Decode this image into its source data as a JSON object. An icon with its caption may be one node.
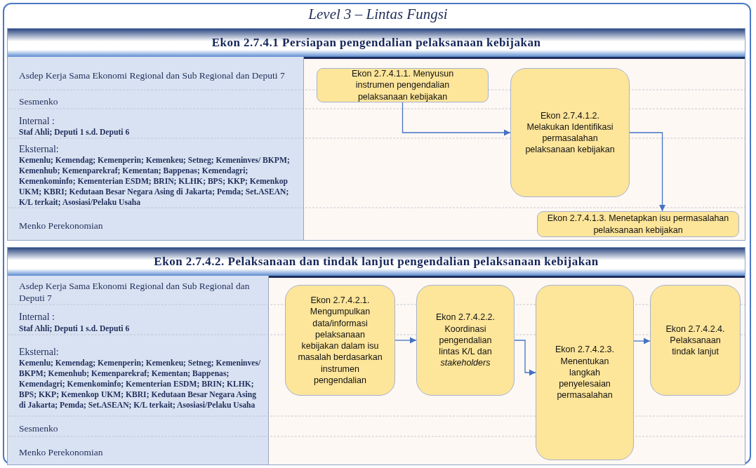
{
  "diagram": {
    "title": "Level 3 – Lintas Fungsi",
    "nodes": [
      {
        "text": [
          "Ekon 2.7.4.1 Persiapan pengendalian pelaksanaan kebijakan"
        ]
      },
      {
        "text": [
          "Asdep Kerja Sama Ekonomi Regional dan Sub Regional dan Deputi 7"
        ],
        "in": 0
      },
      {
        "text": [
          "Sesmenko"
        ],
        "in": 0
      },
      {
        "text": [
          "Internal :",
          "Staf Ahli; Deputi 1 s.d. Deputi 6"
        ],
        "in": 0
      },
      {
        "text": [
          "Eksternal:",
          "Kemenlu; Kemendag; Kemenperin; Kemenkeu; Setneg; Kemeninves/ BKPM; Kemenhub; Kemenparekraf; Kementan; Bappenas; Kemendagri; Kemenkominfo; Kementerian ESDM; BRIN; KLHK; BPS; KKP; Kemenkop UKM; KBRI; Kedutaan Besar Negara Asing di Jakarta; Pemda; Set.ASEAN; K/L terkait; Asosiasi/Pelaku Usaha"
        ],
        "in": 0
      },
      {
        "text": [
          "Menko Perekonomian"
        ],
        "in": 0
      },
      {
        "text": [
          "Ekon 2.7.4.1.1. Menyusun instrumen pengendalian pelaksanaan kebijakan"
        ],
        "in": 0
      },
      {
        "text": [
          "Ekon 2.7.4.1.2. Melakukan Identifikasi permasalahan pelaksanaan kebijakan"
        ],
        "in": 0
      },
      {
        "text": [
          "Ekon 2.7.4.1.3. Menetapkan isu permasalahan pelaksanaan kebijakan"
        ],
        "in": 0
      },
      {
        "text": [
          "Ekon 2.7.4.2. Pelaksanaan dan tindak lanjut pengendalian pelaksanaan kebijakan"
        ]
      },
      {
        "text": [
          "Asdep Kerja Sama Ekonomi Regional dan Sub Regional dan Deputi 7"
        ],
        "in": 9
      },
      {
        "text": [
          "Internal :",
          "Staf Ahli; Deputi 1 s.d. Deputi 6"
        ],
        "in": 9
      },
      {
        "text": [
          "Eksternal:",
          "Kemenlu; Kemendag; Kemenperin; Kemenkeu; Setneg; Kemeninves/ BKPM; Kemenhub; Kemenparekraf; Kementan; Bappenas; Kemendagri; Kemenkominfo; Kementerian ESDM; BRIN; KLHK; BPS; KKP; Kemenkop UKM; KBRI; Kedutaan Besar Negara Asing di Jakarta; Pemda; Set.ASEAN; K/L terkait; Asosiasi/Pelaku Usaha"
        ],
        "in": 9
      },
      {
        "text": [
          "Sesmenko"
        ],
        "in": 9
      },
      {
        "text": [
          "Menko Perekonomian"
        ],
        "in": 9
      },
      {
        "text": [
          "Ekon 2.7.4.2.1. Mengumpulkan data/informasi pelaksanaan kebijakan dalam isu masalah berdasarkan instrumen pengendalian"
        ],
        "in": 9
      },
      {
        "text": [
          "Ekon 2.7.4.2.2. Koordinasi pengendalian lintas K/L dan *stakeholders*"
        ],
        "in": 9
      },
      {
        "text": [
          "Ekon 2.7.4.2.3. Menentukan langkah penyelesaian permasalahan"
        ],
        "in": 9
      },
      {
        "text": [
          "Ekon 2.7.4.2.4. Pelaksanaan tindak lanjut"
        ],
        "in": 9
      }
    ],
    "edges": [
      {
        "from": 6,
        "to": 7,
        "arrow": "to"
      },
      {
        "from": 7,
        "to": 8,
        "arrow": "to"
      },
      {
        "from": 15,
        "to": 16,
        "arrow": "to"
      },
      {
        "from": 16,
        "to": 17,
        "arrow": "to"
      },
      {
        "from": 17,
        "to": 18,
        "arrow": "to"
      }
    ]
  }
}
